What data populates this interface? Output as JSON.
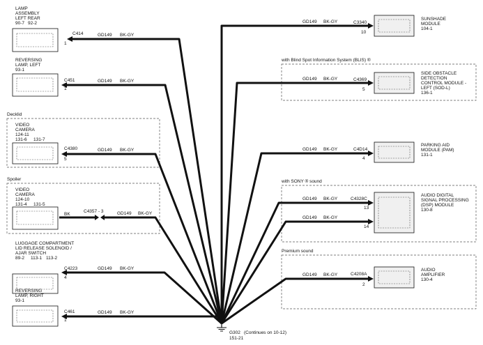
{
  "ground": {
    "id": "G302",
    "ref": "151-21",
    "continues": "(Continues on 10-12)"
  },
  "wire": {
    "circuit": "GD149",
    "color": "BK-GY"
  },
  "left_components": [
    {
      "key": "lamp-left-rear",
      "name": [
        "LAMP",
        "ASSEMBLY",
        "LEFT REAR"
      ],
      "refs": [
        "90-7",
        "92-2"
      ],
      "connector": "C414",
      "pin": "1"
    },
    {
      "key": "reversing-lamp-left",
      "name": [
        "REVERSING",
        "LAMP, LEFT"
      ],
      "refs": [
        "93-1"
      ],
      "connector": "C451",
      "pin": "1"
    },
    {
      "key": "video-camera-decklid",
      "name": [
        "VIDEO",
        "CAMERA"
      ],
      "refs": [
        "124-11",
        "131-6",
        "131-7"
      ],
      "connector": "C4380",
      "pin": "5"
    },
    {
      "key": "video-camera-spoiler",
      "name": [
        "VIDEO",
        "CAMERA"
      ],
      "refs": [
        "124-10",
        "131-4",
        "131-5"
      ],
      "connector": "C4357 - 3",
      "pin": "",
      "local_wire_color": "BK"
    },
    {
      "key": "luggage-solenoid",
      "name": [
        "LUGGAGE COMPARTMENT",
        "LID RELEASE SOLENOID /",
        "AJAR SWITCH"
      ],
      "refs": [
        "89-2",
        "113-1",
        "113-2"
      ],
      "connector": "C4223",
      "pin": "4"
    },
    {
      "key": "reversing-lamp-right",
      "name": [
        "REVERSING",
        "LAMP, RIGHT"
      ],
      "refs": [
        "93-1"
      ],
      "connector": "C461",
      "pin": "1"
    }
  ],
  "right_components": [
    {
      "key": "sunshade-module",
      "name": [
        "SUNSHADE",
        "MODULE"
      ],
      "refs": [
        "104-1"
      ],
      "connector": "C3340",
      "pins": [
        "10"
      ]
    },
    {
      "key": "sodl",
      "name": [
        "SIDE OBSTACLE",
        "DETECTION",
        "CONTROL MODULE -",
        "LEFT (SOD-L)"
      ],
      "refs": [
        "136-1"
      ],
      "connector": "C4369",
      "pins": [
        "5"
      ]
    },
    {
      "key": "pam",
      "name": [
        "PARKING AID",
        "MODULE (PAM)"
      ],
      "refs": [
        "131-1"
      ],
      "connector": "C4D14",
      "pins": [
        "4"
      ]
    },
    {
      "key": "dsp",
      "name": [
        "AUDIO DIGITAL",
        "SIGNAL PROCESSING",
        "(DSP) MODULE"
      ],
      "refs": [
        "130-8"
      ],
      "connector": "C4328C",
      "pins": [
        "13",
        "14"
      ]
    },
    {
      "key": "audio-amp",
      "name": [
        "AUDIO",
        "AMPLIFIER"
      ],
      "refs": [
        "130-4"
      ],
      "connector": "C4208A",
      "pins": [
        "2"
      ]
    }
  ],
  "group_labels": {
    "decklid": "Decklid",
    "spoiler": "Spoiler",
    "blis": "with Blind Spot Information System (BLIS) ®",
    "sony": "with SONY ® sound",
    "premium": "Premium sound"
  }
}
